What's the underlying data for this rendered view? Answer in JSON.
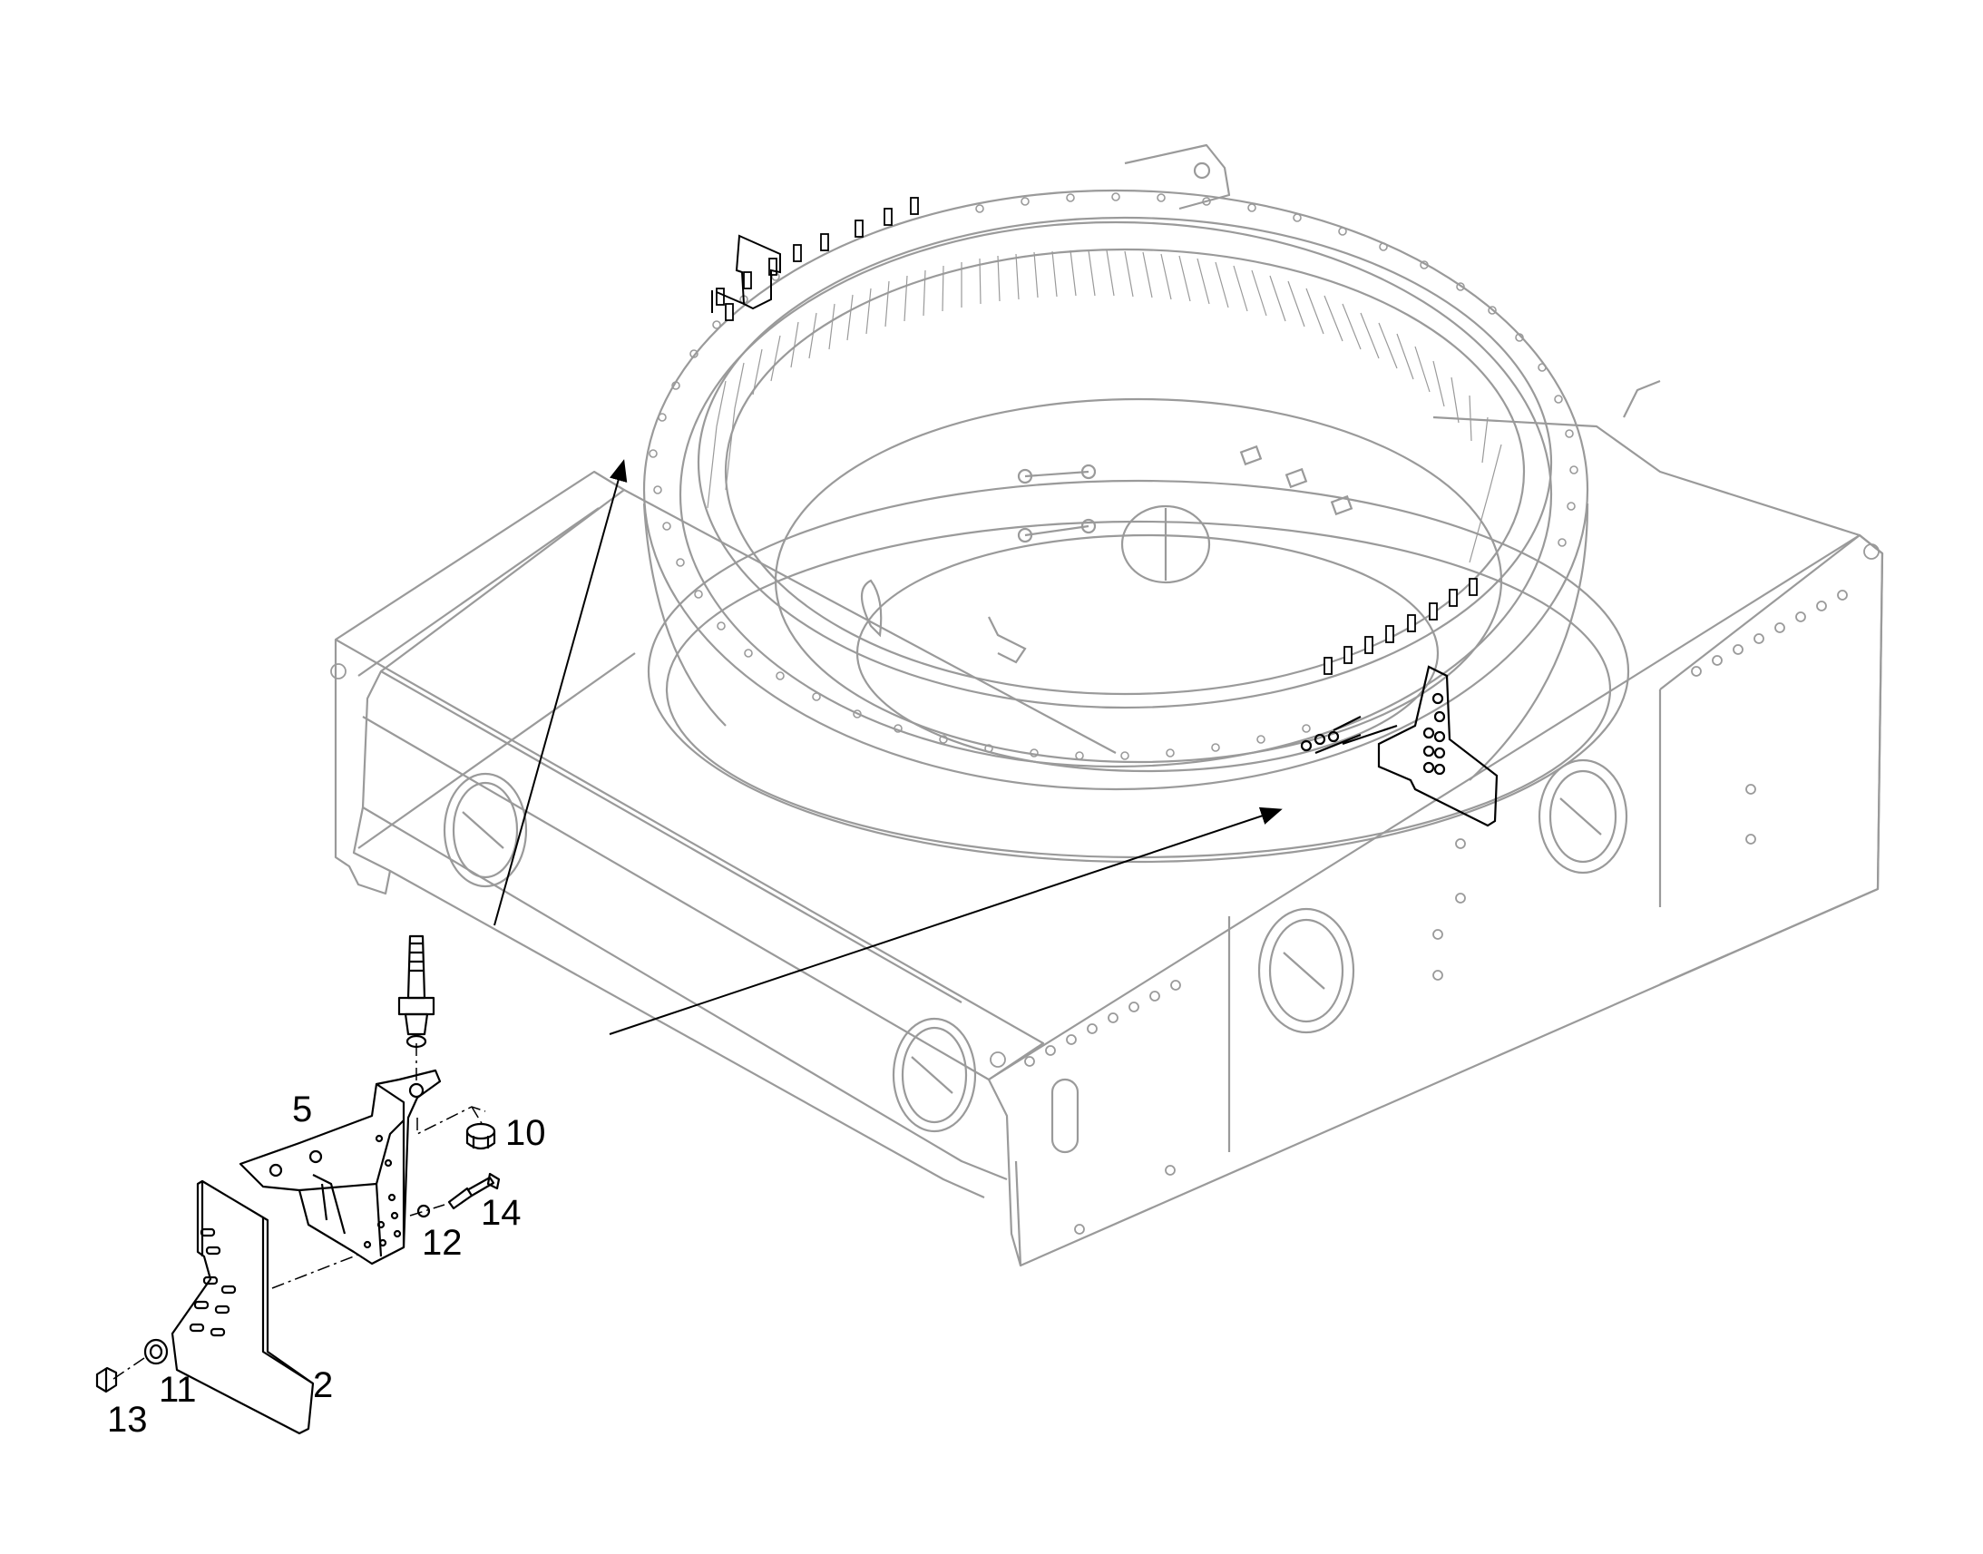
{
  "labels": {
    "part_2": "2",
    "part_5": "5",
    "part_10": "10",
    "part_11": "11",
    "part_12": "12",
    "part_13": "13",
    "part_14": "14"
  },
  "colors": {
    "background": "#ffffff",
    "assembly_line": "#9a9a9a",
    "part_line": "#000000"
  }
}
